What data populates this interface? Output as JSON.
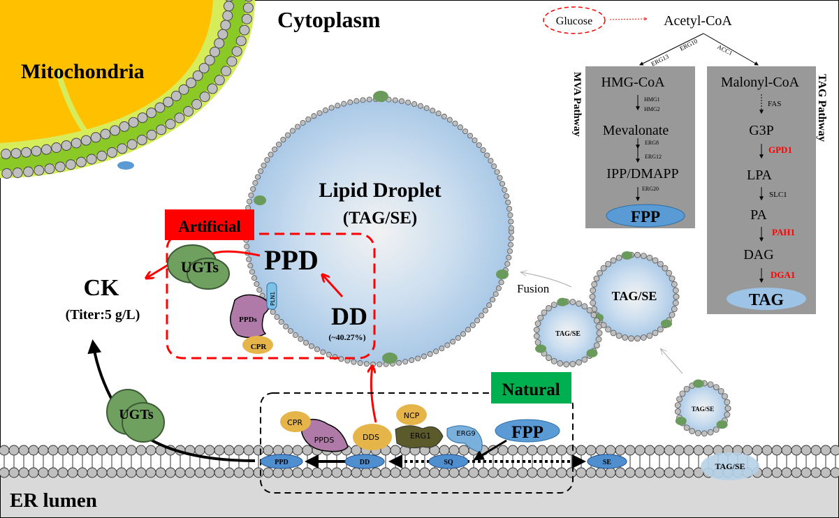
{
  "compartments": {
    "cytoplasm": "Cytoplasm",
    "mitochondria": "Mitochondria",
    "er_lumen": "ER lumen"
  },
  "lipid_droplet": {
    "title": "Lipid Droplet",
    "subtitle": "(TAG/SE)"
  },
  "artificial": {
    "label": "Artificial",
    "ppd": "PPD",
    "dd": "DD",
    "dd_percent": "(~40.27%)",
    "ugts": "UGTs",
    "ppds": "PPDs",
    "cpr": "CPR",
    "pln1": "PLN1"
  },
  "product": {
    "name": "CK",
    "titer": "(Titer:5 g/L)"
  },
  "natural": {
    "label": "Natural",
    "ugts": "UGTs",
    "cpr": "CPR",
    "ppds": "PPDS",
    "dds": "DDS",
    "ncp": "NCP",
    "erg1": "ERG1",
    "erg9": "ERG9",
    "fpp": "FPP",
    "membrane_ppd": "PPD",
    "membrane_dd": "DD",
    "membrane_sq": "SQ",
    "membrane_se": "SE"
  },
  "droplets": {
    "fusion": "Fusion",
    "large": "TAG/SE",
    "small": "TAG/SE",
    "budding": "TAG/SE",
    "membrane": "TAG/SE"
  },
  "top_pathway": {
    "glucose": "Glucose",
    "acetyl_coa": "Acetyl-CoA",
    "erg13": "ERG13",
    "erg10": "ERG10",
    "acc1": "ACC1"
  },
  "mva_pathway": {
    "title": "MVA Pathway",
    "steps": [
      "HMG-CoA",
      "Mevalonate",
      "IPP/DMAPP",
      "FPP"
    ],
    "enzymes": [
      "HMG1",
      "HMG2",
      "ERG8",
      "ERG12",
      "ERG20"
    ]
  },
  "tag_pathway": {
    "title": "TAG Pathway",
    "steps": [
      "Malonyl-CoA",
      "G3P",
      "LPA",
      "PA",
      "DAG",
      "TAG"
    ],
    "enzymes": [
      "FAS",
      "GPD1",
      "SLC1",
      "PAH1",
      "DGA1"
    ]
  },
  "colors": {
    "artificial": "#ff0000",
    "natural": "#00b050",
    "pathway_box": "#999999",
    "highlight_enzyme": "#ff0000",
    "mitochondria": "#ffc000",
    "lipid_droplet": "#b7d1e8",
    "er_lumen": "#d9d9d9"
  }
}
